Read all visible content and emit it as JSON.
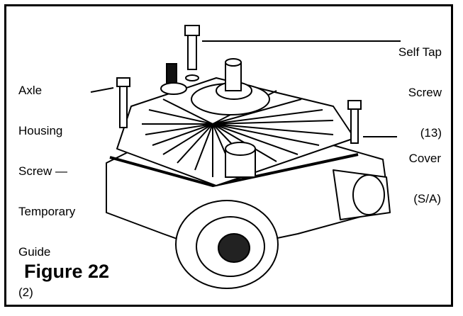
{
  "figure": {
    "title": "Figure 22"
  },
  "callouts": {
    "self_tap_screw": {
      "lines": [
        "Self Tap",
        "Screw",
        "(13)"
      ]
    },
    "axle_housing_screw": {
      "lines": [
        "Axle",
        "Housing",
        "Screw —",
        "Temporary",
        "Guide",
        "(2)"
      ]
    },
    "cover": {
      "lines": [
        "Cover",
        "(S/A)"
      ]
    }
  },
  "colors": {
    "ink": "#000000",
    "paper": "#ffffff"
  }
}
